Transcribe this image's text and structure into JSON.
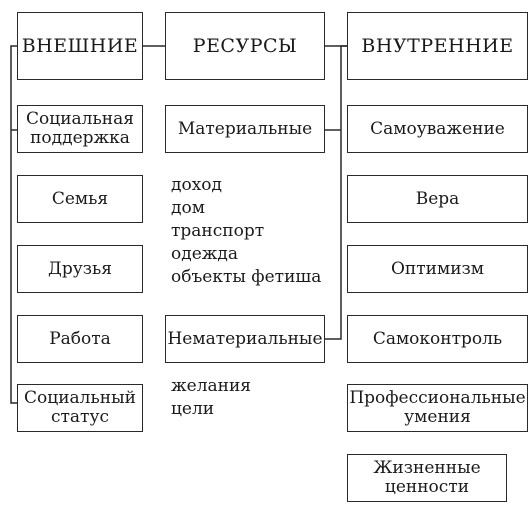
{
  "diagram": {
    "left_header": "ВНЕШНИЕ",
    "center_header": "РЕСУРСЫ",
    "right_header": "ВНУТРЕННИЕ",
    "external": [
      "Социальная\nподдержка",
      "Семья",
      "Друзья",
      "Работа",
      "Социальный\nстатус"
    ],
    "resources": {
      "material": "Материальные",
      "material_items": [
        "доход",
        "дом",
        "транспорт",
        "одежда",
        "объекты фетиша"
      ],
      "immaterial": "Нематериальные",
      "immaterial_items": [
        "желания",
        "цели"
      ]
    },
    "internal": [
      "Самоуважение",
      "Вера",
      "Оптимизм",
      "Самоконтроль",
      "Профессиональные\nумения",
      "Жизненные\nценности"
    ]
  }
}
